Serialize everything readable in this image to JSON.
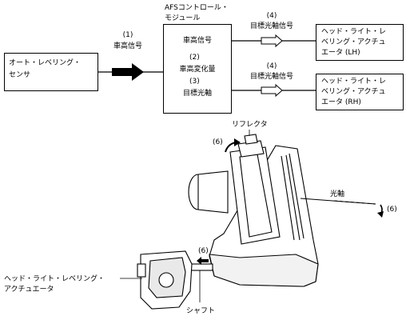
{
  "afs_unit": {
    "title": "AFSコントロール・モジュール",
    "title_line1": "AFSコントロール・",
    "title_line2": "モジュール",
    "step_top": "車高信号",
    "step2_num": "(2)",
    "step2_label": "車高変化量",
    "step3_num": "(3)",
    "step3_label": "目標光軸"
  },
  "sensor": {
    "line1": "オート・レベリング・",
    "line2": "センサ"
  },
  "signal_1": {
    "num": "(1)",
    "label": "車高信号"
  },
  "signal_4_lh": {
    "num": "(4)",
    "label": "目標光軸信号"
  },
  "signal_4_rh": {
    "num": "(4)",
    "label": "目標光軸信号"
  },
  "actuator_lh": {
    "line1": "ヘッド・ライト・レ",
    "line2": "ベリング・アクチュ",
    "line3": "エータ (LH)"
  },
  "actuator_rh": {
    "line1": "ヘッド・ライト・レ",
    "line2": "ベリング・アクチュ",
    "line3": "エータ (RH)"
  },
  "illustration": {
    "reflector_label": "リフレクタ",
    "reflector_step": "(6)",
    "optical_axis_label": "光軸",
    "axis_step": "(6)",
    "actuator_step": "(6)",
    "actuator_line1": "ヘッド・ライト・レベリング・",
    "actuator_line2": "アクチュエータ",
    "shaft_label": "シャフト"
  }
}
